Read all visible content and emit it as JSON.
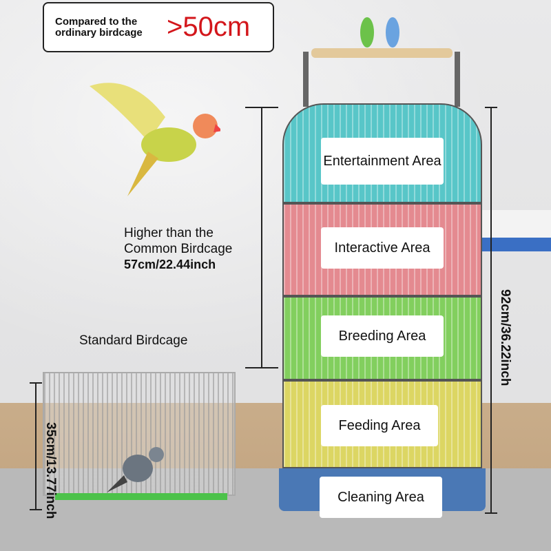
{
  "header": {
    "line1": "Compared to the",
    "line2": "ordinary birdcage",
    "highlight": ">50cm"
  },
  "comparison": {
    "line1": "Higher than the",
    "line2": "Common Birdcage",
    "height": "57cm/22.44inch"
  },
  "standard_cage": {
    "label": "Standard Birdcage",
    "height": "35cm/13.77inch"
  },
  "large_cage": {
    "height": "92cm/36.22inch",
    "areas": [
      {
        "label": "Entertainment Area",
        "color": "#4fc3c6"
      },
      {
        "label": "Interactive Area",
        "color": "#e47f87"
      },
      {
        "label": "Breeding Area",
        "color": "#7fcf5a"
      },
      {
        "label": "Feeding Area",
        "color": "#d9d35a"
      },
      {
        "label": "Cleaning Area",
        "color": "#4a78b5"
      }
    ]
  },
  "colors": {
    "accent_red": "#d3161b"
  }
}
